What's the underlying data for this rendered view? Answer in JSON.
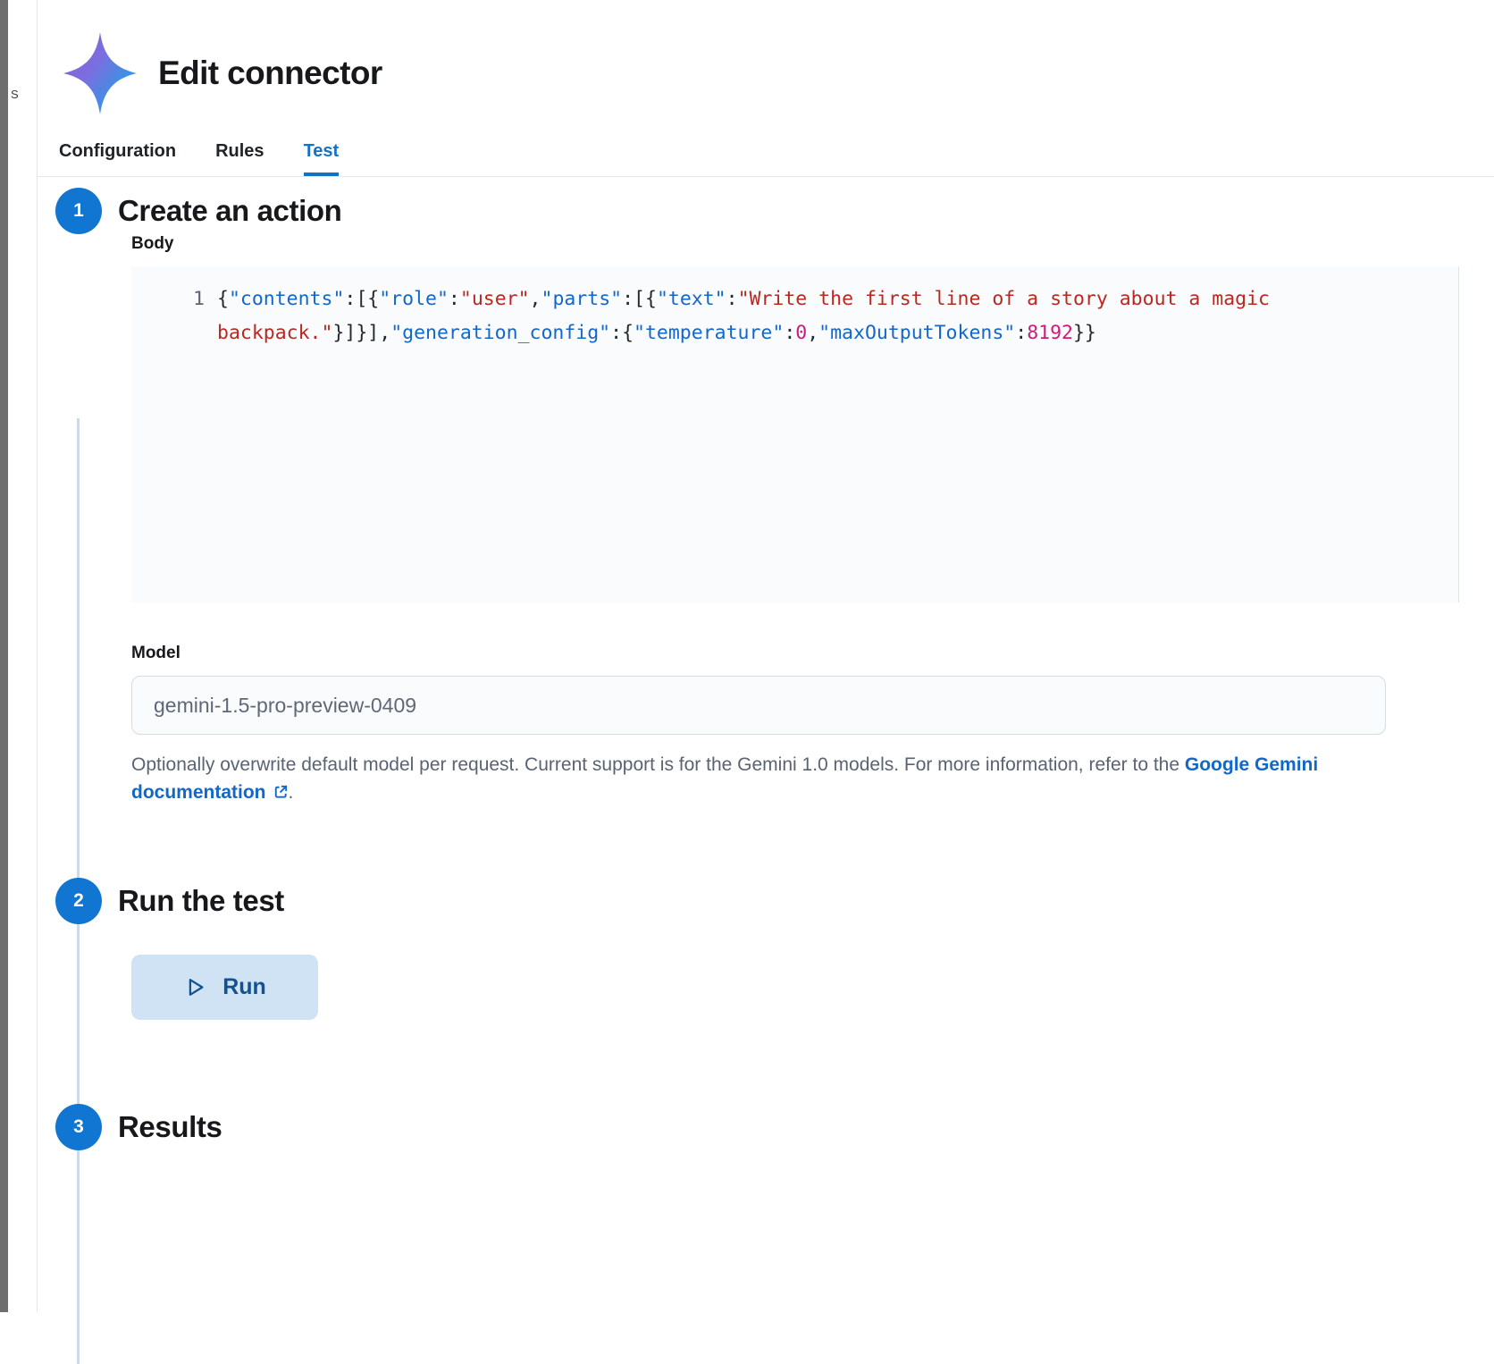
{
  "window": {
    "title": "Edit connector",
    "brand_icon": "gemini-sparkle-icon",
    "gutter_stub": "S"
  },
  "tabs": [
    {
      "label": "Configuration",
      "active": false
    },
    {
      "label": "Rules",
      "active": false
    },
    {
      "label": "Test",
      "active": true
    }
  ],
  "steps": [
    {
      "number": "1",
      "title": "Create an action"
    },
    {
      "number": "2",
      "title": "Run the test"
    },
    {
      "number": "3",
      "title": "Results"
    }
  ],
  "body_field": {
    "label": "Body",
    "line_number": "1",
    "value": "{\"contents\":[{\"role\":\"user\",\"parts\":[{\"text\":\"Write the first line of a story about a magic backpack.\"}]}],\"generation_config\":{\"temperature\":0,\"maxOutputTokens\":8192}}",
    "tokens": [
      {
        "t": "{",
        "c": "punc"
      },
      {
        "t": "\"contents\"",
        "c": "key"
      },
      {
        "t": ":[{",
        "c": "punc"
      },
      {
        "t": "\"role\"",
        "c": "key"
      },
      {
        "t": ":",
        "c": "punc"
      },
      {
        "t": "\"user\"",
        "c": "str"
      },
      {
        "t": ",",
        "c": "punc"
      },
      {
        "t": "\"parts\"",
        "c": "key"
      },
      {
        "t": ":[{",
        "c": "punc"
      },
      {
        "t": "\"text\"",
        "c": "key"
      },
      {
        "t": ":",
        "c": "punc"
      },
      {
        "t": "\"Write the first line of a story about a magic backpack.\"",
        "c": "str"
      },
      {
        "t": "}]}],",
        "c": "punc"
      },
      {
        "t": "\"generation_config\"",
        "c": "key"
      },
      {
        "t": ":{",
        "c": "punc"
      },
      {
        "t": "\"temperature\"",
        "c": "key"
      },
      {
        "t": ":",
        "c": "punc"
      },
      {
        "t": "0",
        "c": "num"
      },
      {
        "t": ",",
        "c": "punc"
      },
      {
        "t": "\"maxOutputTokens\"",
        "c": "key"
      },
      {
        "t": ":",
        "c": "punc"
      },
      {
        "t": "8192",
        "c": "num"
      },
      {
        "t": "}}",
        "c": "punc"
      }
    ]
  },
  "model_field": {
    "label": "Model",
    "value": "gemini-1.5-pro-preview-0409",
    "placeholder": "gemini-1.5-pro-preview-0409",
    "help_prefix": "Optionally overwrite default model per request. Current support is for the Gemini 1.0 models. For more information, refer to the ",
    "help_link": "Google Gemini documentation",
    "help_suffix": "."
  },
  "run": {
    "label": "Run",
    "icon": "play-icon"
  },
  "colors": {
    "accent_blue": "#1472c4",
    "step_blue": "#1076d1",
    "run_bg": "#d0e3f4",
    "run_fg": "#12538f",
    "code_key": "#1268c9",
    "code_string": "#b8291f",
    "code_number": "#cc1a7a",
    "editor_bg": "#fafbfd"
  }
}
